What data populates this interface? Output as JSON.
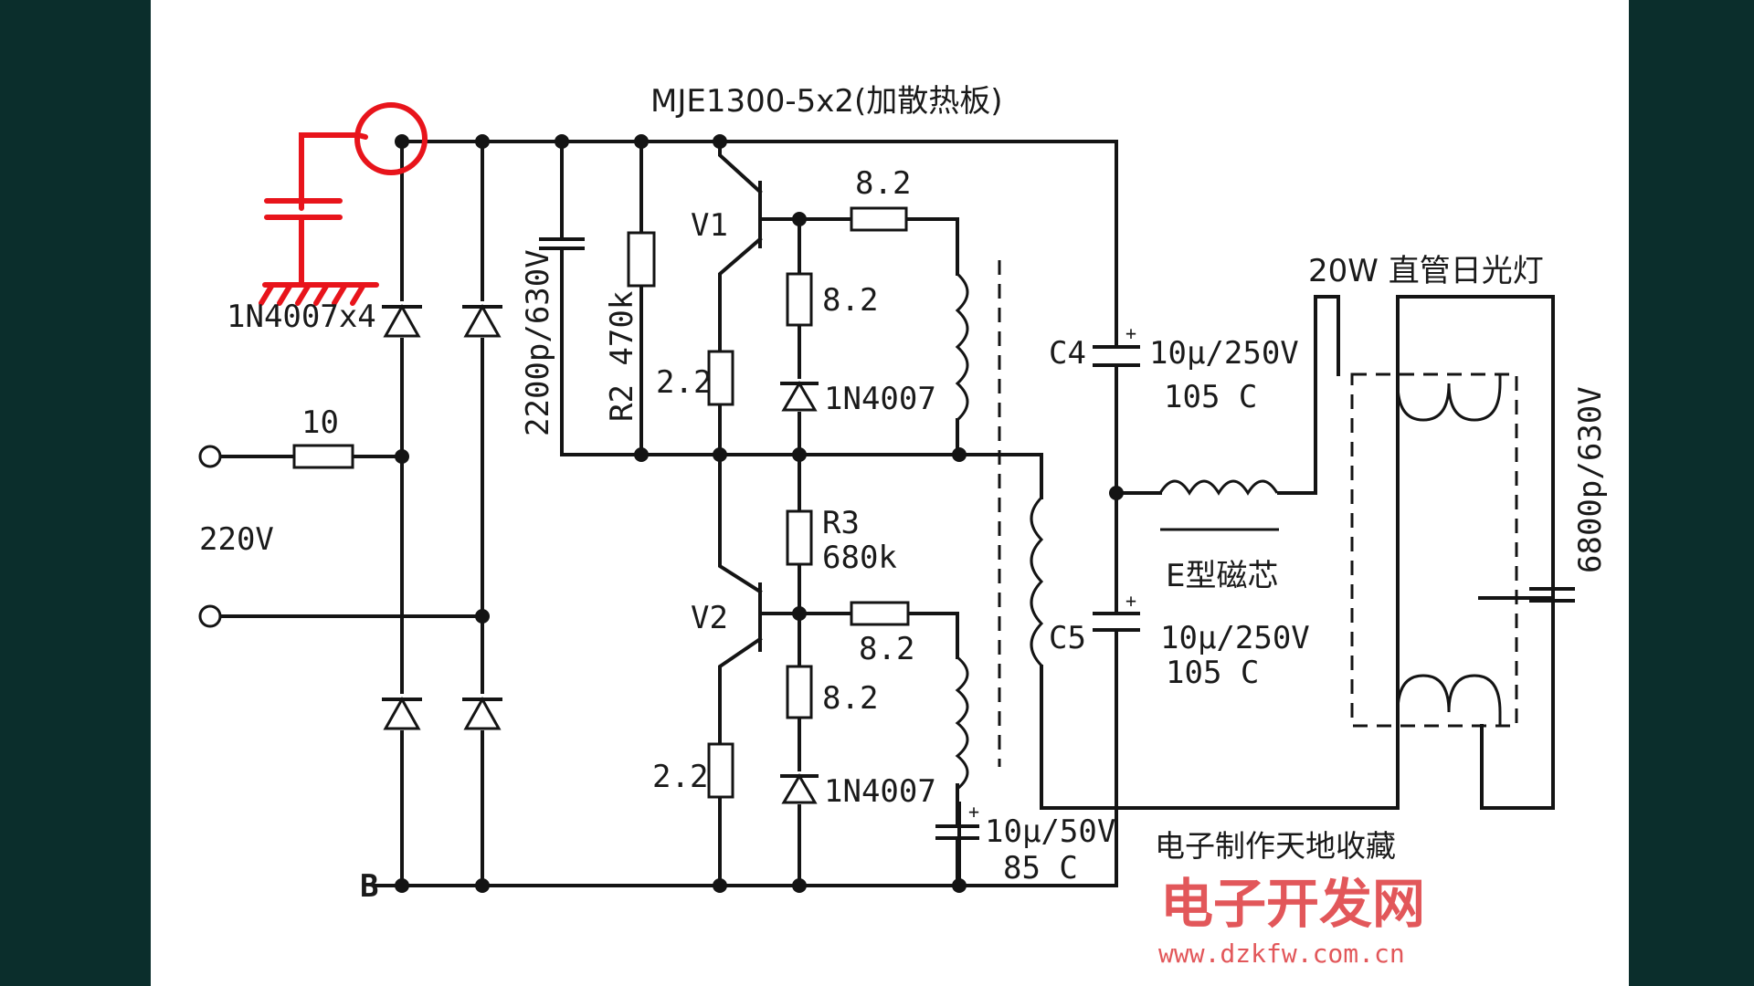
{
  "colors": {
    "background": "#0b2e2c",
    "sheet": "#ffffff",
    "wire": "#141414",
    "annotation_red": "#e8141b",
    "watermark": "#e2575a"
  },
  "labels": {
    "transistor_note": "MJE1300-5x2(加散热板)",
    "lamp": "20W 直管日光灯",
    "bridge_diodes": "1N4007x4",
    "fuse_resistor": "10",
    "mains_voltage": "220V",
    "cap_2200p": "2200p/630V",
    "r2": "R2 470k",
    "v1": "V1",
    "v2": "V2",
    "r_base_v1": "8.2",
    "r_emit_v1": "8.2",
    "r_e1": "2.2",
    "diode_v1": "1N4007",
    "r3_name": "R3",
    "r3_value": "680k",
    "r_base_v2": "8.2",
    "r_emit_v2": "8.2",
    "r_e2": "2.2",
    "diode_v2": "1N4007",
    "c4_name": "C4",
    "c4_value": "10μ/250V",
    "c4_temp": "105 C",
    "c5_name": "C5",
    "c5_value": "10μ/250V",
    "c5_temp": "105 C",
    "e_core": "E型磁芯",
    "cap_6800p": "6800p/630V",
    "small_cap_value": "10μ/50V",
    "small_cap_temp": "85 C",
    "ground_node": "B",
    "collection_note": "电子制作天地收藏"
  },
  "watermark": {
    "text": "电子开发网",
    "url": "www.dzkfw.com.cn"
  }
}
